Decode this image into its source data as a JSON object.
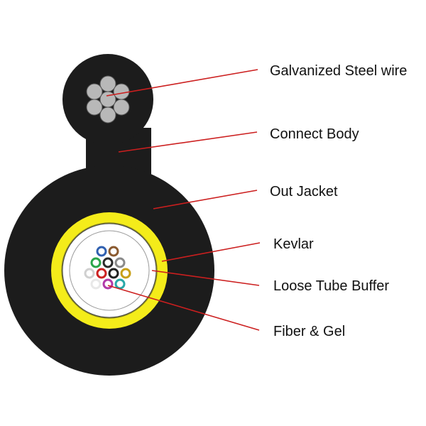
{
  "labels": {
    "steel_wire": "Galvanized Steel wire",
    "connect_body": "Connect Body",
    "out_jacket": "Out Jacket",
    "kevlar": "Kevlar",
    "loose_tube": "Loose Tube Buffer",
    "fiber_gel": "Fiber & Gel"
  },
  "colors": {
    "jacket": "#1c1c1c",
    "kevlar": "#f4ec1a",
    "tube": "#ffffff",
    "steel_strand": "#b8b8b8",
    "leader_line": "#cc1f1f"
  },
  "fiber_colors": [
    "#3060b0",
    "#8a5a30",
    "#2aa54a",
    "#2a2a2a",
    "#8a8a8a",
    "#d0d0d0",
    "#cc2222",
    "#202020",
    "#c8a018",
    "#e8e8e8",
    "#b03aa8",
    "#28a8a8"
  ]
}
